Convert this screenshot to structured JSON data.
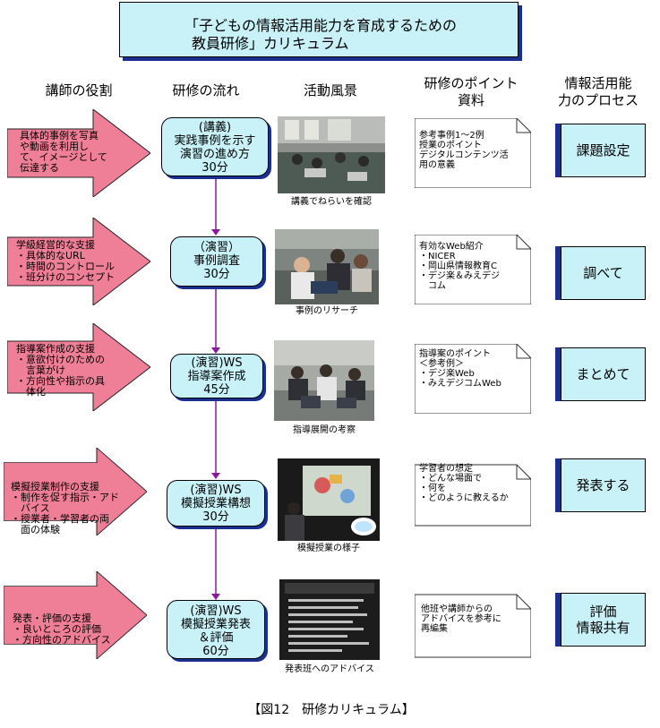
{
  "title": {
    "line1": "「子どもの情報活用能力を育成するための",
    "line2": "教員研修」カリキュラム"
  },
  "headers": {
    "role": "講師の役割",
    "flow": "研修の流れ",
    "scene": "活動風景",
    "points_line1": "研修のポイント",
    "points_line2": "資料",
    "process_line1": "情報活用能",
    "process_line2": "力のプロセス"
  },
  "rows": [
    {
      "role": [
        "具体的事例を写真",
        "や動画を利用し",
        "て、イメージとして",
        "伝達する"
      ],
      "flow": [
        "(講義)",
        "実践事例を示す",
        "演習の進め方",
        "30分"
      ],
      "caption": "講義でねらいを確認",
      "points": [
        "参考事例1～2例",
        "授業のポイント",
        "デジタルコンテンツ活",
        "用の意義"
      ],
      "process": [
        "課題設定"
      ]
    },
    {
      "role": [
        "学級経営的な支援",
        "・具体的なURL",
        "・時間のコントロール",
        "・班分けのコンセプト"
      ],
      "flow": [
        "（演習）",
        "事例調査",
        "30分"
      ],
      "caption": "事例のリサーチ",
      "points": [
        "有効なWeb紹介",
        "・NICER",
        "・岡山県情報教育C",
        "・デジ楽＆みえデジ",
        "　コム"
      ],
      "process": [
        "調べて"
      ]
    },
    {
      "role": [
        "指導案作成の支援",
        "・意欲付けのための",
        "　言葉がけ",
        "・方向性や指示の具",
        "　体化"
      ],
      "flow": [
        "(演習)WS",
        "指導案作成",
        "45分"
      ],
      "caption": "指導展開の考察",
      "points": [
        "指導案のポイント",
        "＜参考例＞",
        "・デジ楽Web",
        "・みえデジコムWeb"
      ],
      "process": [
        "まとめて"
      ]
    },
    {
      "role": [
        "模擬授業制作の支援",
        "・制作を促す指示・アド",
        "　バイス",
        "・授業者・学習者の両",
        "　面の体験"
      ],
      "flow": [
        "(演習)WS",
        "模擬授業構想",
        "30分"
      ],
      "caption": "模擬授業の様子",
      "points": [
        "学習者の想定",
        "・どんな場面で",
        "・何を",
        "・どのように教えるか"
      ],
      "process": [
        "発表する"
      ]
    },
    {
      "role": [
        "発表・評価の支援",
        "・良いところの評価",
        "・方向性のアドバイス"
      ],
      "flow": [
        "(演習)WS",
        "模擬授業発表",
        "＆評価",
        "60分"
      ],
      "caption": "発表班へのアドバイス",
      "points": [
        "他班や講師からの",
        "アドバイスを参考に",
        "再編集"
      ],
      "process": [
        "評価",
        "情報共有"
      ]
    }
  ],
  "figure_caption": "【図12　研修カリキュラム】",
  "colors": {
    "arrow_fill": "#ef7f97",
    "box_fill": "#c8f2f8",
    "shadow": "#1a2f8f",
    "connector": "#8b1a9a"
  }
}
